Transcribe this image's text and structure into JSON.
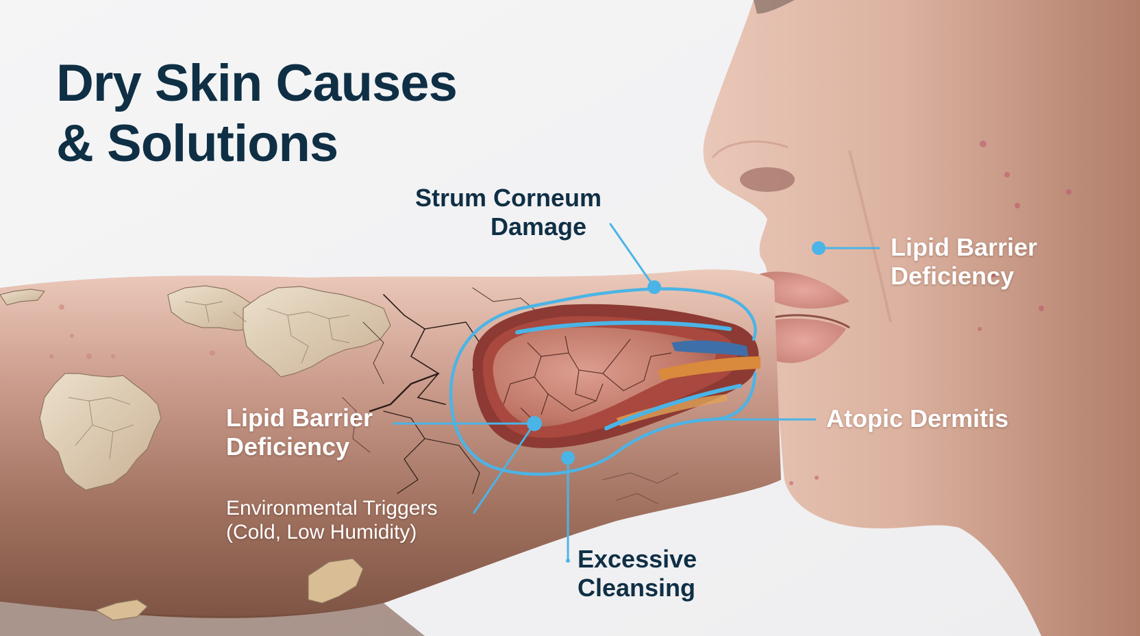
{
  "title": {
    "line1": "Dry Skin Causes",
    "line2": "& Solutions"
  },
  "labels": {
    "stratum_corneum": {
      "line1": "Strum Corneum",
      "line2": "Damage"
    },
    "lipid_barrier_face": {
      "line1": "Lipid Barrier",
      "line2": "Deficiency"
    },
    "lipid_barrier_arm": {
      "line1": "Lipid Barrier",
      "line2": "Deficiency"
    },
    "environmental": {
      "line1": "Environmental Triggers",
      "line2": "(Cold, Low Humidity)"
    },
    "atopic": {
      "line1": "Atopic Dermitis"
    },
    "cleansing": {
      "line1": "Excessive",
      "line2": "Cleansing"
    }
  },
  "colors": {
    "background": "#f3f3f4",
    "title_dark": "#0f2f45",
    "accent_blue": "#4bb4e6",
    "skin_light": "#e6c0ad",
    "skin_mid": "#b98470",
    "skin_dark": "#8e6250",
    "flake": "#d9c4a8",
    "tissue_red": "#9a3b33",
    "tissue_pink": "#cf8f82",
    "vessel_blue": "#3f6fa8",
    "nerve_orange": "#d98a3c"
  }
}
